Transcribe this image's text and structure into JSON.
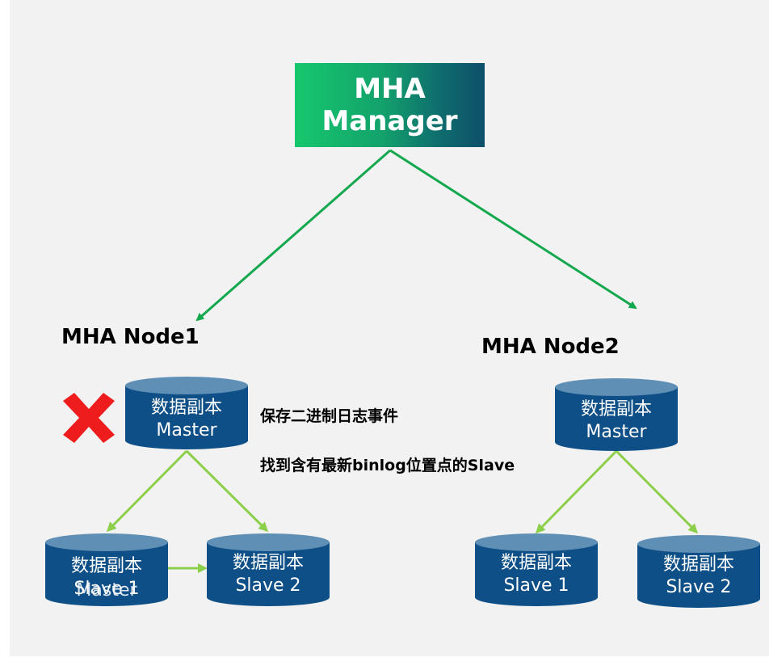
{
  "manager": {
    "line1": "MHA",
    "line2": "Manager"
  },
  "node1": {
    "title": "MHA Node1",
    "master": {
      "line1": "数据副本",
      "line2": "Master"
    },
    "slave1": {
      "line1": "数据副本",
      "line2": "Slave 1",
      "overlay": "Master"
    },
    "slave2": {
      "line1": "数据副本",
      "line2": "Slave 2"
    },
    "failed_icon": "red-x-icon"
  },
  "node2": {
    "title": "MHA Node2",
    "master": {
      "line1": "数据副本",
      "line2": "Master"
    },
    "slave1": {
      "line1": "数据副本",
      "line2": "Slave 1"
    },
    "slave2": {
      "line1": "数据副本",
      "line2": "Slave 2"
    }
  },
  "notes": {
    "save_binlog": "保存二进制日志事件",
    "find_latest": "找到含有最新binlog位置点的Slave"
  },
  "colors": {
    "manager_arrow": "#13a84e",
    "replica_arrow": "#8ccf4a",
    "db_body": "#0d4f86",
    "db_top": "#5f8fb5",
    "failed": "#ee1c1c",
    "background": "#f2f2f2"
  }
}
